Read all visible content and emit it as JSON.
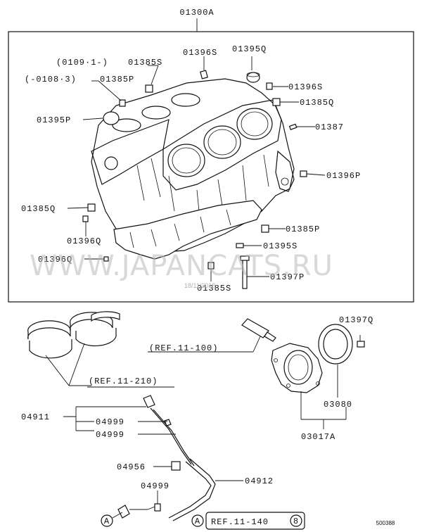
{
  "diagram": {
    "main_assembly": "01300A",
    "labels": {
      "l_01385s_top": "01385S",
      "l_01396s_top": "01396S",
      "l_01395q_top": "01395Q",
      "note_0109": "(0109·1-)",
      "note_0108": "(-0108·3)",
      "l_01385p_top": "01385P",
      "l_01396s_right": "01396S",
      "l_01385q_right": "01385Q",
      "l_01395p": "01395P",
      "l_01387": "01387",
      "l_01396p": "01396P",
      "l_01385q_left": "01385Q",
      "l_01385p_right": "01385P",
      "l_01396q_mid": "01396Q",
      "l_01395s": "01395S",
      "l_01396q_low": "01396Q",
      "l_01397p": "01397P",
      "l_01385s_bottom": "01385S",
      "l_01397q": "01397Q",
      "ref_11_100": "(REF.11-100)",
      "ref_11_210": "(REF.11-210)",
      "l_04911": "04911",
      "l_04999_a": "04999",
      "l_04999_b": "04999",
      "l_03080": "03080",
      "l_04956": "04956",
      "l_04912": "04912",
      "l_04999_c": "04999",
      "l_03017a": "03017A",
      "ref_11_140": "REF.11-140",
      "circle_a_left": "A",
      "circle_a_right": "A",
      "circle_8": "8",
      "diagram_id": "500388"
    },
    "watermark": {
      "text": "WWW.JAPANCATS.RU",
      "date": "18/11/2018"
    }
  }
}
